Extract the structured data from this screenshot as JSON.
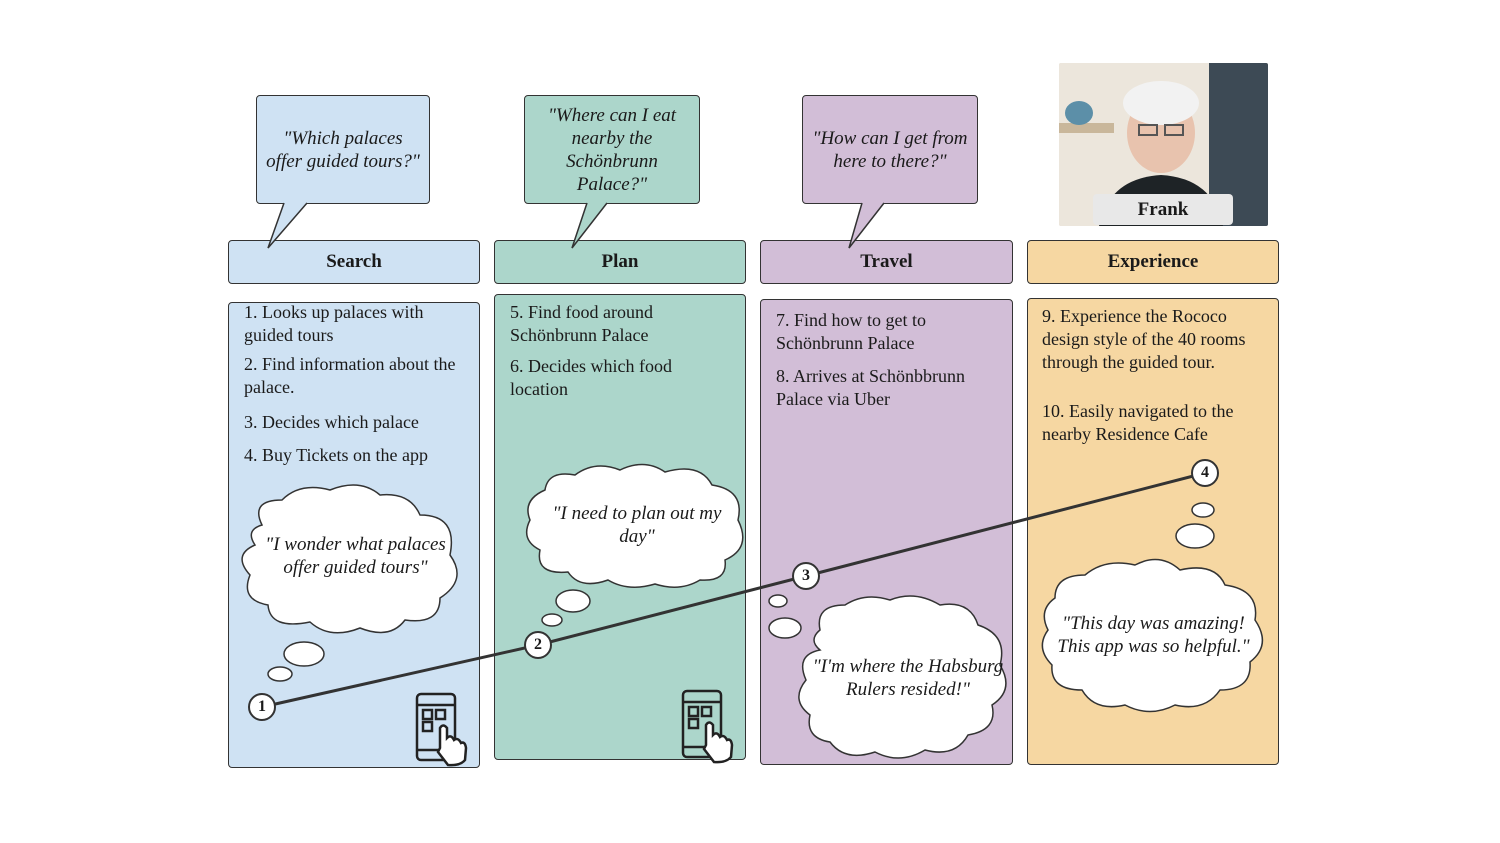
{
  "colors": {
    "search": "#cfe2f3",
    "plan": "#acd6cb",
    "travel": "#d2bed7",
    "experience": "#f6d7a2"
  },
  "persona": {
    "name": "Frank",
    "photo_icon": "elderly-man-portrait"
  },
  "stages": [
    {
      "header": "Search",
      "question": "\"Which palaces offer guided tours?\"",
      "steps": [
        "1.  Looks up palaces with guided tours",
        "2.  Find information about the  palace.",
        "3.  Decides which palace",
        "4.  Buy Tickets on the app"
      ],
      "thought": "\"I wonder what palaces offer guided tours\"",
      "icon": "phone-tap-icon"
    },
    {
      "header": "Plan",
      "question": "\"Where can I eat nearby the Schönbrunn Palace?\"",
      "steps": [
        "5.  Find food around Schönbrunn Palace",
        "6.  Decides which food location"
      ],
      "thought": "\"I need to plan out my day\"",
      "icon": "phone-tap-icon"
    },
    {
      "header": "Travel",
      "question": "\"How can I get from here to there?\"",
      "steps": [
        "7.  Find how to get to Schönbrunn Palace",
        "8.  Arrives at Schönbbrunn Palace via Uber"
      ],
      "thought": "\"I'm where the Habsburg Rulers resided!\""
    },
    {
      "header": "Experience",
      "steps": [
        "9.  Experience the Rococo design style of the 40 rooms through the guided tour.",
        "10.  Easily navigated to the nearby Residence Cafe"
      ],
      "thought": "\"This day was amazing! This app was so helpful.\""
    }
  ],
  "journey_points": [
    "1",
    "2",
    "3",
    "4"
  ]
}
